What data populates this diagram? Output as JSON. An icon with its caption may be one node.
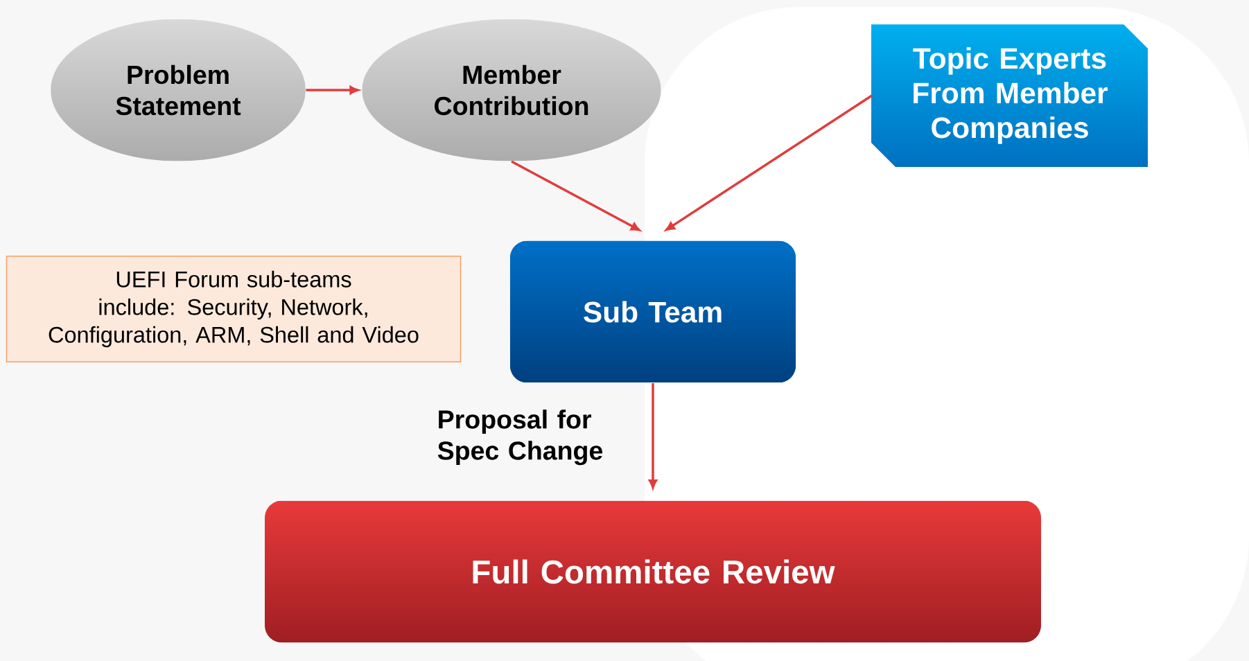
{
  "diagram": {
    "nodes": [
      {
        "text": [
          "Problem Statement"
        ]
      },
      {
        "text": [
          "Member Contribution"
        ]
      },
      {
        "text": [
          "Topic Experts From Member Companies"
        ]
      },
      {
        "text": [
          "UEFI Forum sub-teams include: Security, Network, Configuration, ARM, Shell and Video"
        ]
      },
      {
        "text": [
          "Sub Team"
        ]
      },
      {
        "text": [
          "Full Committee Review"
        ]
      }
    ],
    "edges": [
      {
        "from": 0,
        "to": 1,
        "arrow": "to"
      },
      {
        "from": 1,
        "to": 4,
        "arrow": "to"
      },
      {
        "from": 2,
        "to": 4,
        "arrow": "to"
      },
      {
        "from": 4,
        "to": 5,
        "arrow": "to",
        "label": "Proposal for Spec Change"
      }
    ]
  }
}
